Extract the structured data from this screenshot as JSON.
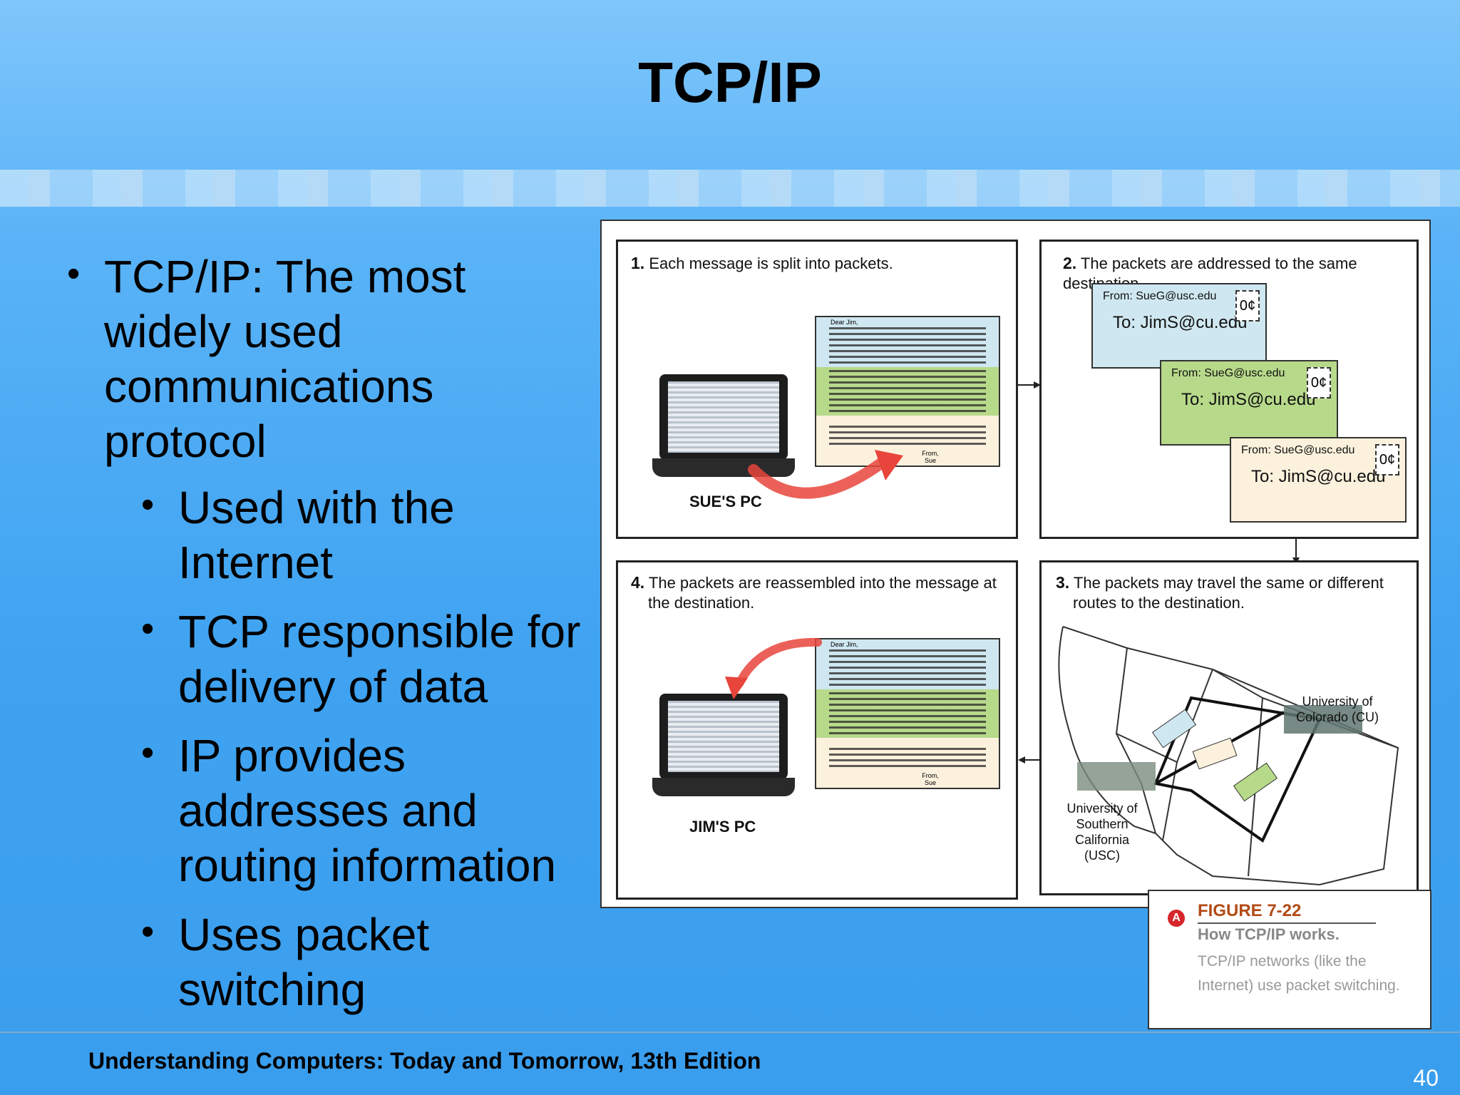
{
  "slide": {
    "title": "TCP/IP",
    "bullets": [
      {
        "text": "TCP/IP: The most widely used communications protocol",
        "level": 1
      },
      {
        "text": "Used with the Internet",
        "level": 2
      },
      {
        "text": "TCP responsible for delivery of data",
        "level": 2
      },
      {
        "text": "IP provides addresses and routing information",
        "level": 2
      },
      {
        "text": "Uses packet switching",
        "level": 2
      }
    ],
    "footer": "Understanding Computers: Today and Tomorrow, 13th Edition",
    "page_number": "40"
  },
  "figure": {
    "panel1": {
      "num": "1.",
      "text": "Each message is split into packets.",
      "pc_label": "SUE'S PC"
    },
    "panel2": {
      "num": "2.",
      "text": "The packets are addressed to the same destination.",
      "envelopes": [
        {
          "from": "From: SueG@usc.edu",
          "to": "To: JimS@cu.edu",
          "stamp": "0¢",
          "color": "#cfe7f0"
        },
        {
          "from": "From: SueG@usc.edu",
          "to": "To: JimS@cu.edu",
          "stamp": "0¢",
          "color": "#b7d98a"
        },
        {
          "from": "From: SueG@usc.edu",
          "to": "To: JimS@cu.edu",
          "stamp": "0¢",
          "color": "#fbf1dc"
        }
      ]
    },
    "panel3": {
      "num": "3.",
      "text1": "The packets may travel the same or different",
      "text2": "routes to the destination.",
      "label_cu": "University of Colorado (CU)",
      "label_usc_1": "University of",
      "label_usc_2": "Southern California",
      "label_usc_3": "(USC)"
    },
    "panel4": {
      "num": "4.",
      "text1": "The packets are reassembled into the message at",
      "text2": "the destination.",
      "pc_label": "JIM'S PC"
    },
    "letter": {
      "greeting": "Dear Jim,",
      "signoff": "From, Sue"
    },
    "caption": {
      "number": "FIGURE 7-22",
      "heading": "How TCP/IP works.",
      "body": "TCP/IP networks (like the Internet) use packet switching."
    }
  },
  "colors": {
    "packet_blue": "#cfe7f0",
    "packet_green": "#b7d98a",
    "packet_cream": "#fbf1dc",
    "arrow_red": "#e8453c",
    "caption_accent": "#b24a16"
  }
}
